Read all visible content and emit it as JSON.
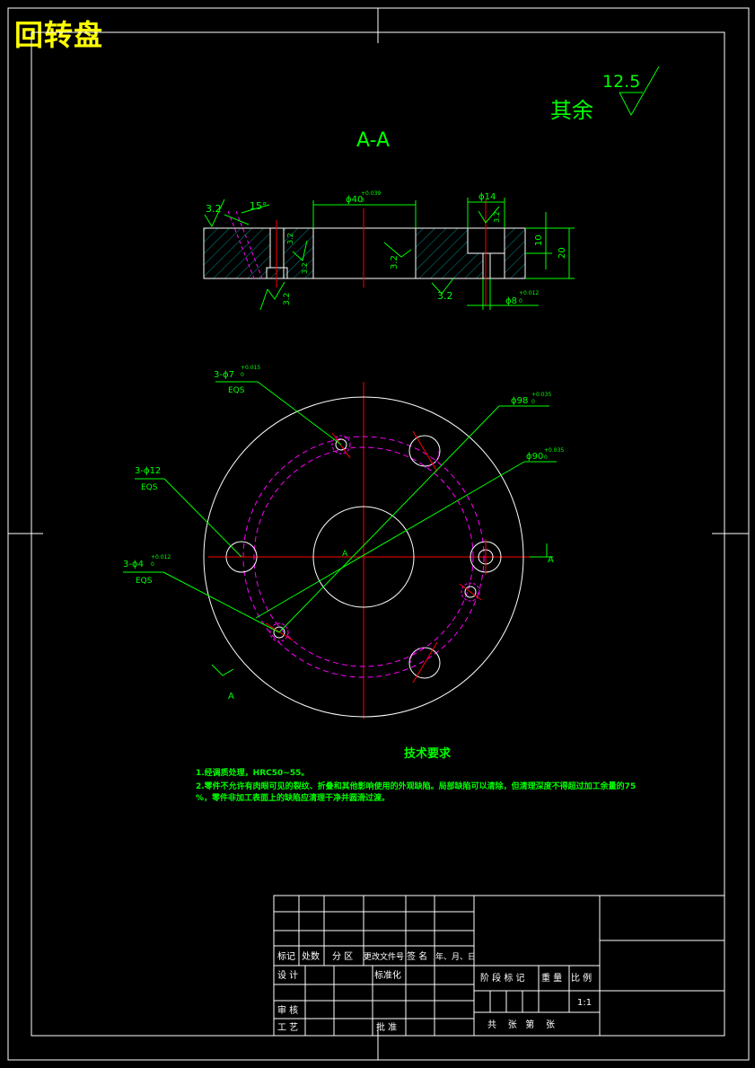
{
  "title": "回转盘",
  "roughness": {
    "label": "其余",
    "value": "12.5"
  },
  "section": {
    "label": "A-A"
  },
  "section_dims": {
    "r32_left": "3.2",
    "angle": "15°",
    "phi40": "ϕ40",
    "phi40_tol": "+0.039",
    "phi40_zero": "0",
    "phi14": "ϕ14",
    "r32_top": "3.2",
    "r32_mid_a": "3.2",
    "r32_mid_b": "3.2",
    "r32_center": "3.2",
    "r32_bottom_left": "3.2",
    "r32_bottom_right": "3.2",
    "dim10": "10",
    "dim20": "20",
    "phi8": "ϕ8",
    "phi8_tol": "+0.012",
    "phi8_zero": "0"
  },
  "plan_dims": {
    "holes7": "3-ϕ7",
    "holes7_tol": "+0.015",
    "holes7_zero": "0",
    "holes7_eqs": "EQS",
    "phi98": "ϕ98",
    "phi98_tol": "+0.035",
    "phi98_zero": "0",
    "phi90": "ϕ90",
    "phi90_tol": "+0.035",
    "phi90_zero": "0",
    "holes12": "3-ϕ12",
    "holes12_eqs": "EQS",
    "holes4": "3-ϕ4",
    "holes4_tol": "+0.012",
    "holes4_zero": "0",
    "holes4_eqs": "EQS",
    "a_center": "A",
    "a_right": "A",
    "a_bottom": "A"
  },
  "tech": {
    "title": "技术要求",
    "line1": "1.经调质处理，HRC50~55。",
    "line2": "2.零件不允许有肉眼可见的裂纹、折叠和其他影响使用的外观缺陷。局部缺陷可以清除，但清理深度不得超过加工余量的75",
    "line3": "%，零件非加工表面上的缺陷应清理干净并圆滑过渡。"
  },
  "title_block": {
    "mark": "标记",
    "count": "处数",
    "zone": "分 区",
    "doc_no": "更改文件号",
    "sign": "签 名",
    "date": "年、月、日",
    "design": "设 计",
    "standard": "标准化",
    "stage_mark": "阶 段 标 记",
    "weight": "重 量",
    "scale_label": "比 例",
    "scale_value": "1:1",
    "review": "审 核",
    "process": "工 艺",
    "approve": "批 准",
    "sheets": "共    张   第    张"
  },
  "colors": {
    "title": "#ffff00",
    "annotation": "#00ff00",
    "outline": "#ffffff",
    "center": "#ff0000",
    "hidden": "#ff00ff",
    "hatch": "#00aaaa"
  }
}
